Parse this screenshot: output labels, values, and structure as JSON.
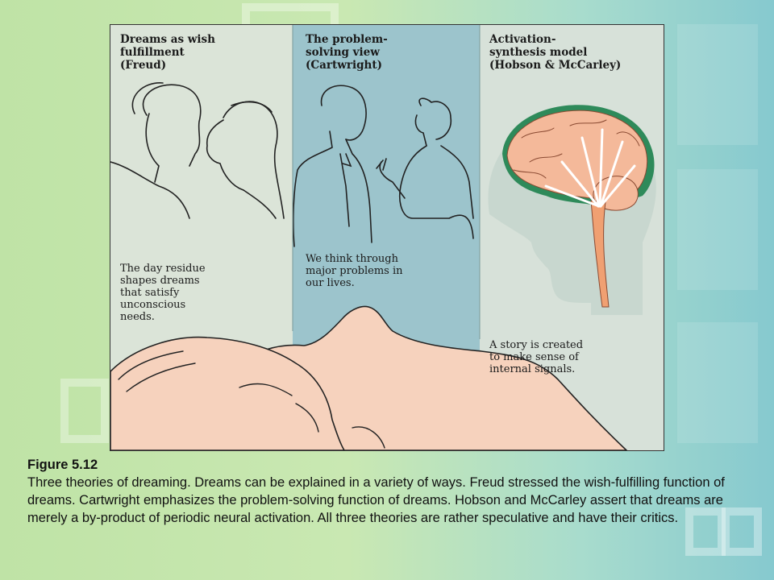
{
  "colors": {
    "panel_left": "#dbe4d8",
    "panel_middle": "#9cc4cc",
    "panel_right": "#d7e1d9",
    "skin": "#f6d2bd",
    "brain": "#f4b99a",
    "brainstem": "#f0a072",
    "brain_outline": "#2e8a5a"
  },
  "panels": [
    {
      "title": "Dreams as wish\nfulfillment\n(Freud)",
      "description": "The day residue\nshapes dreams\nthat satisfy\nunconscious\nneeds."
    },
    {
      "title": "The problem-\nsolving view\n(Cartwright)",
      "description": "We think through\nmajor problems in\nour lives."
    },
    {
      "title": "Activation-\nsynthesis model\n(Hobson & McCarley)",
      "description": "A story is created\nto make sense of\ninternal signals."
    }
  ],
  "caption": {
    "figure_number": "Figure 5.12",
    "text": "Three theories of dreaming. Dreams can be explained in a variety of ways. Freud stressed the wish-fulfilling function of dreams. Cartwright emphasizes the problem-solving function of dreams. Hobson and McCarley assert that dreams are merely a by-product of periodic neural activation. All three theories are rather speculative and have their critics."
  }
}
